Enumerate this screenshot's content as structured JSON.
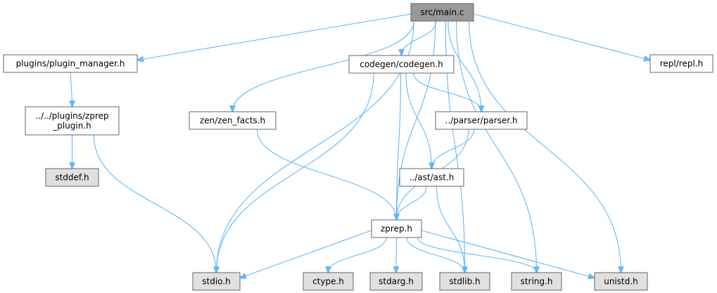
{
  "diagram": {
    "title": "Include dependency graph for src/main.c",
    "colors": {
      "root_fill": "#999999",
      "local_fill": "#ffffff",
      "system_fill": "#e0e0e0",
      "border": "#666666",
      "edge": "#63b8ff"
    },
    "nodes": [
      {
        "id": "main",
        "label": [
          "src/main.c"
        ],
        "kind": "root"
      },
      {
        "id": "plugin_manager",
        "label": [
          "plugins/plugin_manager.h"
        ],
        "kind": "local"
      },
      {
        "id": "zprep_plugin",
        "label": [
          "../../plugins/zprep",
          "_plugin.h"
        ],
        "kind": "local"
      },
      {
        "id": "stddef",
        "label": [
          "stddef.h"
        ],
        "kind": "system"
      },
      {
        "id": "zen_facts",
        "label": [
          "zen/zen_facts.h"
        ],
        "kind": "local"
      },
      {
        "id": "codegen",
        "label": [
          "codegen/codegen.h"
        ],
        "kind": "local"
      },
      {
        "id": "parser",
        "label": [
          "../parser/parser.h"
        ],
        "kind": "local"
      },
      {
        "id": "ast",
        "label": [
          "../ast/ast.h"
        ],
        "kind": "local"
      },
      {
        "id": "zprep",
        "label": [
          "zprep.h"
        ],
        "kind": "local"
      },
      {
        "id": "repl",
        "label": [
          "repl/repl.h"
        ],
        "kind": "local"
      },
      {
        "id": "stdio",
        "label": [
          "stdio.h"
        ],
        "kind": "system"
      },
      {
        "id": "ctype",
        "label": [
          "ctype.h"
        ],
        "kind": "system"
      },
      {
        "id": "stdarg",
        "label": [
          "stdarg.h"
        ],
        "kind": "system"
      },
      {
        "id": "stdlib",
        "label": [
          "stdlib.h"
        ],
        "kind": "system"
      },
      {
        "id": "string",
        "label": [
          "string.h"
        ],
        "kind": "system"
      },
      {
        "id": "unistd",
        "label": [
          "unistd.h"
        ],
        "kind": "system"
      }
    ],
    "edges": [
      [
        "main",
        "plugin_manager"
      ],
      [
        "main",
        "stdio"
      ],
      [
        "main",
        "zen_facts"
      ],
      [
        "main",
        "zprep"
      ],
      [
        "main",
        "codegen"
      ],
      [
        "main",
        "parser"
      ],
      [
        "main",
        "stdlib"
      ],
      [
        "main",
        "string"
      ],
      [
        "main",
        "unistd"
      ],
      [
        "main",
        "repl"
      ],
      [
        "plugin_manager",
        "zprep_plugin"
      ],
      [
        "zprep_plugin",
        "stddef"
      ],
      [
        "zprep_plugin",
        "stdio"
      ],
      [
        "zen_facts",
        "zprep"
      ],
      [
        "codegen",
        "stdio"
      ],
      [
        "codegen",
        "zprep"
      ],
      [
        "codegen",
        "ast"
      ],
      [
        "codegen",
        "parser"
      ],
      [
        "parser",
        "ast"
      ],
      [
        "parser",
        "zprep"
      ],
      [
        "ast",
        "zprep"
      ],
      [
        "ast",
        "stdlib"
      ],
      [
        "zprep",
        "stdio"
      ],
      [
        "zprep",
        "ctype"
      ],
      [
        "zprep",
        "stdarg"
      ],
      [
        "zprep",
        "stdlib"
      ],
      [
        "zprep",
        "string"
      ],
      [
        "zprep",
        "unistd"
      ]
    ]
  }
}
